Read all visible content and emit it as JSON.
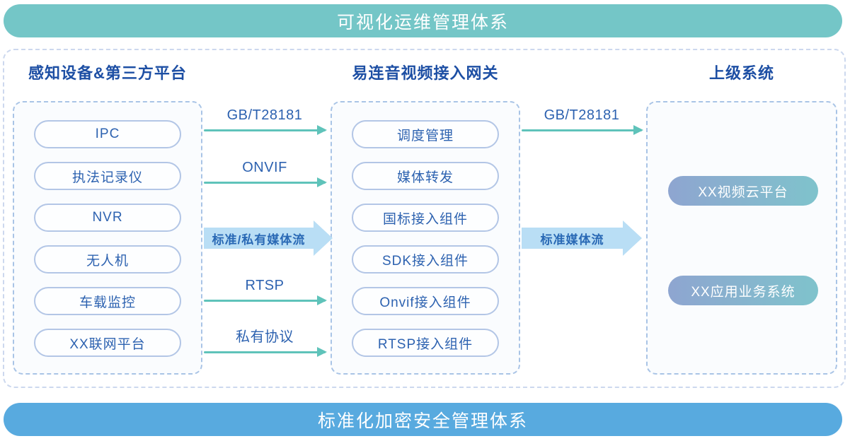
{
  "banners": {
    "top": {
      "label": "可视化运维管理体系"
    },
    "bottom": {
      "label": "标准化加密安全管理体系"
    }
  },
  "columns": {
    "devices": {
      "header": "感知设备&第三方平台",
      "items": [
        "IPC",
        "执法记录仪",
        "NVR",
        "无人机",
        "车载监控",
        "XX联网平台"
      ]
    },
    "gateway": {
      "header": "易连音视频接入网关",
      "items": [
        "调度管理",
        "媒体转发",
        "国标接入组件",
        "SDK接入组件",
        "Onvif接入组件",
        "RTSP接入组件"
      ]
    },
    "upstream": {
      "header": "上级系统",
      "items": [
        "XX视频云平台",
        "XX应用业务系统"
      ]
    }
  },
  "arrows": {
    "devices_to_gateway": [
      {
        "label": "GB/T28181",
        "type": "thin"
      },
      {
        "label": "ONVIF",
        "type": "thin"
      },
      {
        "label": "标准/私有媒体流",
        "type": "thick"
      },
      {
        "label": "RTSP",
        "type": "thin"
      },
      {
        "label": "私有协议",
        "type": "thin"
      }
    ],
    "gateway_to_upstream": [
      {
        "label": "GB/T28181",
        "type": "thin"
      },
      {
        "label": "标准媒体流",
        "type": "thick"
      }
    ]
  },
  "colors": {
    "teal_banner": "#74c6c7",
    "blue_banner": "#58aadf",
    "header_blue": "#1d4fa4",
    "pill_blue": "#2d62b0",
    "arrow_teal": "#5fc3ba",
    "thick_fill": "#b9def5",
    "thick_text": "#2969b5",
    "dash_outer": "#ccd8ee",
    "dash_inner": "#a9c4e6",
    "pill_border": "#b3c6e6",
    "box_bg": "#fafcfe",
    "grad_from": "#8ea5d0",
    "grad_to": "#7fc3cc"
  }
}
